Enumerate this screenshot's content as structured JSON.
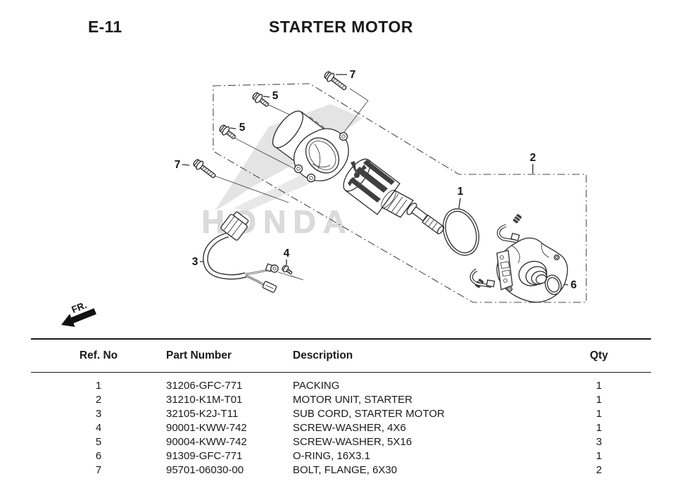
{
  "page": {
    "code": "E-11",
    "title": "STARTER MOTOR"
  },
  "colors": {
    "ink": "#1a1a1a",
    "watermark": "#d8d8d8",
    "background": "#ffffff"
  },
  "diagram": {
    "watermark": "HONDA",
    "direction_label": "FR.",
    "callouts": {
      "n1": "1",
      "n2": "2",
      "n3": "3",
      "n4": "4",
      "n5": "5",
      "n6": "6",
      "n7": "7"
    }
  },
  "table": {
    "headers": {
      "ref": "Ref. No",
      "part": "Part Number",
      "desc": "Description",
      "qty": "Qty"
    },
    "rows": [
      {
        "ref": "1",
        "part": "31206-GFC-771",
        "desc": "PACKING",
        "qty": "1"
      },
      {
        "ref": "2",
        "part": "31210-K1M-T01",
        "desc": "MOTOR UNIT, STARTER",
        "qty": "1"
      },
      {
        "ref": "3",
        "part": "32105-K2J-T11",
        "desc": "SUB CORD, STARTER MOTOR",
        "qty": "1"
      },
      {
        "ref": "4",
        "part": "90001-KWW-742",
        "desc": "SCREW-WASHER, 4X6",
        "qty": "1"
      },
      {
        "ref": "5",
        "part": "90004-KWW-742",
        "desc": "SCREW-WASHER, 5X16",
        "qty": "3"
      },
      {
        "ref": "6",
        "part": "91309-GFC-771",
        "desc": "O-RING, 16X3.1",
        "qty": "1"
      },
      {
        "ref": "7",
        "part": "95701-06030-00",
        "desc": "BOLT, FLANGE, 6X30",
        "qty": "2"
      }
    ]
  }
}
